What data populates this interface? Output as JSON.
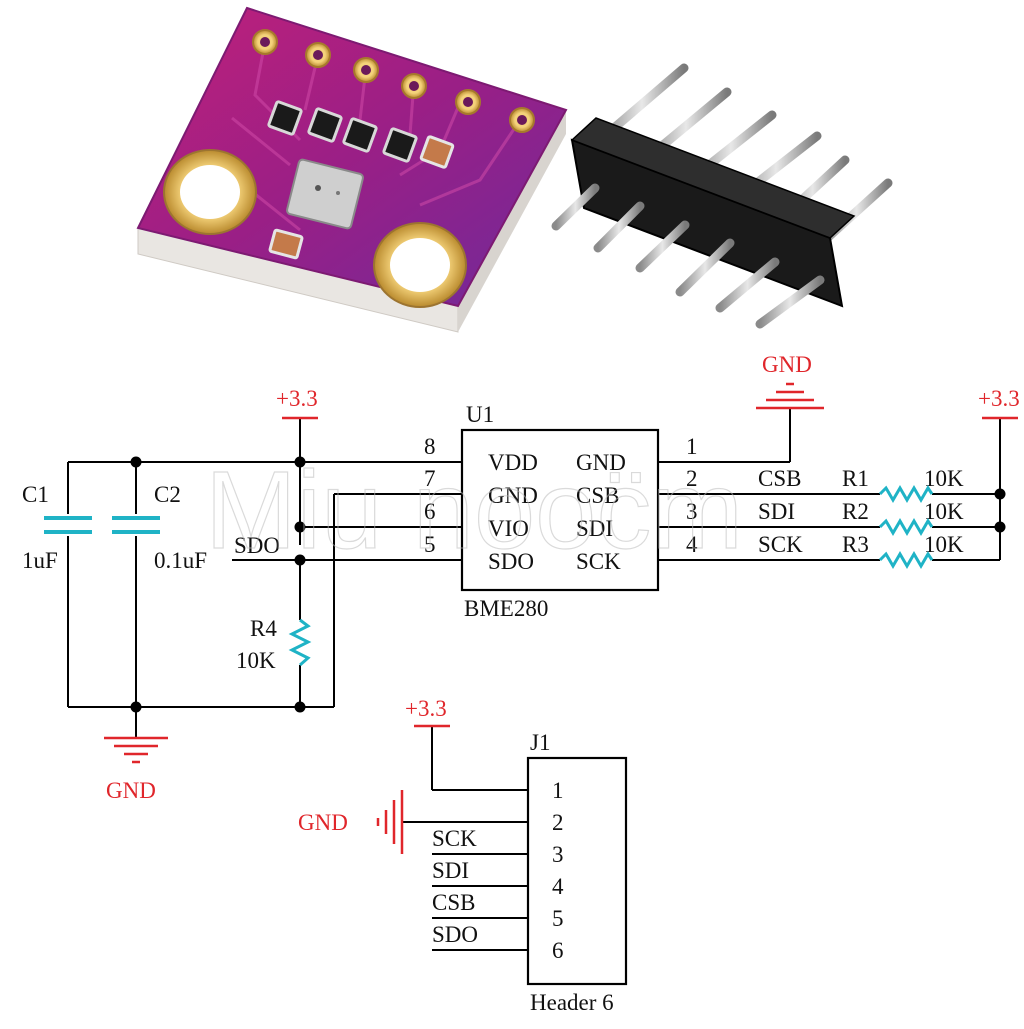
{
  "watermark": "Miu nooc̈m",
  "power": {
    "vcc_top_left": "+3.3",
    "vcc_top_right": "+3.3",
    "vcc_header": "+3.3",
    "gnd_top": "GND",
    "gnd_bottom": "GND",
    "gnd_header": "GND"
  },
  "capacitors": [
    {
      "ref": "C1",
      "value": "1uF"
    },
    {
      "ref": "C2",
      "value": "0.1uF"
    }
  ],
  "sdo_net_label": "SDO",
  "r4": {
    "ref": "R4",
    "value": "10K"
  },
  "u1": {
    "ref": "U1",
    "part": "BME280",
    "left_pins": [
      {
        "num": "8",
        "name": "VDD"
      },
      {
        "num": "7",
        "name": "GND"
      },
      {
        "num": "6",
        "name": "VIO"
      },
      {
        "num": "5",
        "name": "SDO"
      }
    ],
    "right_pins": [
      {
        "num": "1",
        "name": "GND"
      },
      {
        "num": "2",
        "name": "CSB"
      },
      {
        "num": "3",
        "name": "SDI"
      },
      {
        "num": "4",
        "name": "SCK"
      }
    ]
  },
  "right_nets": [
    {
      "net": "CSB",
      "ref": "R1",
      "value": "10K"
    },
    {
      "net": "SDI",
      "ref": "R2",
      "value": "10K"
    },
    {
      "net": "SCK",
      "ref": "R3",
      "value": "10K"
    }
  ],
  "j1": {
    "ref": "J1",
    "part": "Header 6",
    "pins": [
      "1",
      "2",
      "3",
      "4",
      "5",
      "6"
    ],
    "nets": [
      "SCK",
      "SDI",
      "CSB",
      "SDO"
    ]
  }
}
